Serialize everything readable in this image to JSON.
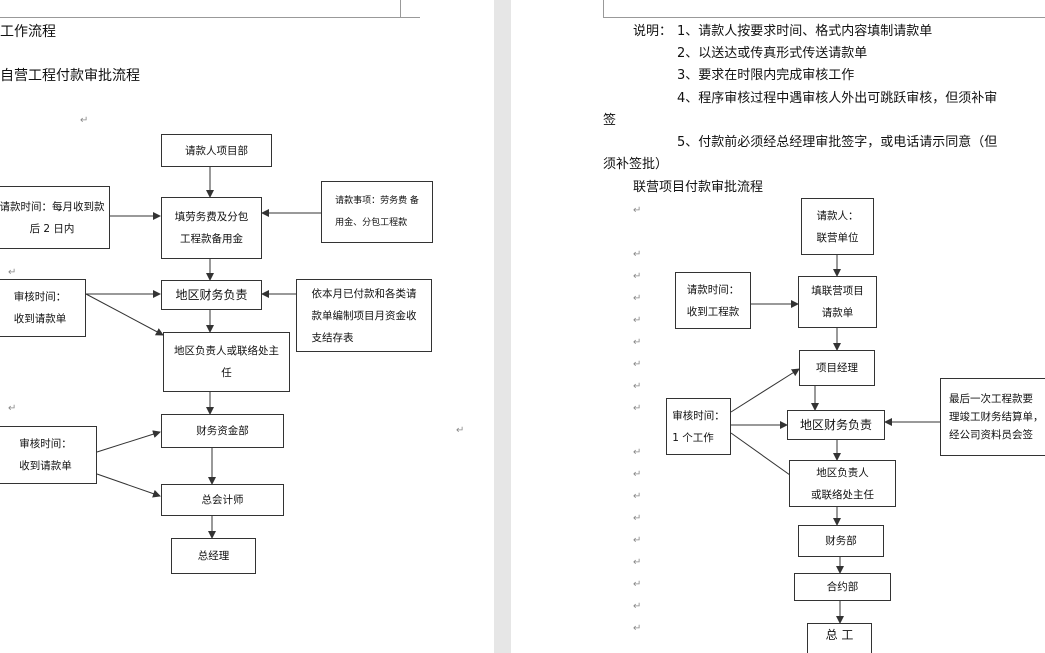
{
  "left_page": {
    "title_main": "工作流程",
    "title_sub": "自营工程付款审批流程",
    "boxes": {
      "requester_dept": "请款人项目部",
      "fill_forms": "填劳务费及分包\n工程款备用金",
      "request_items": "请款事项：劳务费 备\n用金、分包工程款",
      "request_time": "请款时间：每月收到款\n后 2 日内",
      "regional_finance": "地区财务负责",
      "monthly_plan": "依本月已付款和各类请\n款单编制项目月资金收\n支结存表",
      "review_time_1": "审核时间：\n收到请款单",
      "regional_head": "地区负责人或联络处主\n任",
      "finance_dept": "财务资金部",
      "review_time_2": "审核时间：\n收到请款单",
      "chief_accountant": "总会计师",
      "general_manager": "总经理"
    }
  },
  "right_page": {
    "notes": {
      "prefix": "说明：",
      "n1": "1、请款人按要求时间、格式内容填制请款单",
      "n2": "2、以送达或传真形式传送请款单",
      "n3": "3、要求在时限内完成审核工作",
      "n4a": "4、程序审核过程中遇审核人外出可跳跃审核，但须补审",
      "n4b": "签",
      "n5a": "5、付款前必须经总经理审批签字，或电话请示同意（但",
      "n5b": "须补签批）"
    },
    "title": "联营项目付款审批流程",
    "boxes": {
      "requester": "请款人：\n联营单位",
      "fill_forms": "填联营项目\n请款单",
      "request_time": "请款时间：\n收到工程款",
      "project_manager": "项目经理",
      "review_time": "审核时间：\n1 个工作",
      "regional_finance": "地区财务负责",
      "last_payment": "最后一次工程款要\n理竣工财务结算单，\n经公司资料员会签",
      "regional_head": "地区负责人\n或联络处主任",
      "finance_dept": "财务部",
      "contract_dept": "合约部",
      "general": "总 工"
    }
  },
  "paragraph_mark": "↵"
}
